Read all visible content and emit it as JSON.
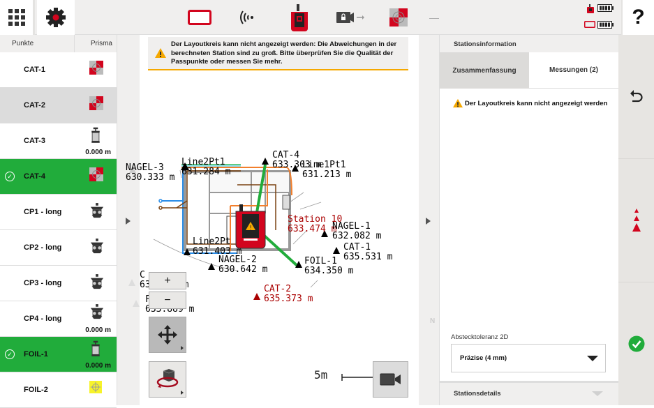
{
  "toolbar": {
    "apps_icon": "grid-icon",
    "settings_icon": "gear-icon",
    "status_icons": [
      "tablet-icon",
      "signal-icon",
      "total-station-icon",
      "camera-lock-icon",
      "prism-target-icon"
    ],
    "separator": "—",
    "help_label": "?",
    "battery": [
      {
        "device": "total-station",
        "level": 1.0
      },
      {
        "device": "tablet",
        "level": 1.0
      }
    ]
  },
  "points_list": {
    "header": {
      "points": "Punkte",
      "prism": "Prisma"
    },
    "rows": [
      {
        "name": "CAT-1",
        "prism": "target-plate",
        "distance": null,
        "state": "normal",
        "checked": false
      },
      {
        "name": "CAT-2",
        "prism": "target-plate",
        "distance": null,
        "state": "selected",
        "checked": false
      },
      {
        "name": "CAT-3",
        "prism": "pole-prism",
        "distance": "0.000 m",
        "state": "normal",
        "checked": false
      },
      {
        "name": "CAT-4",
        "prism": "target-plate",
        "distance": null,
        "state": "measured",
        "checked": true
      },
      {
        "name": "CP1 - long",
        "prism": "360-prism",
        "distance": null,
        "state": "normal",
        "checked": false
      },
      {
        "name": "CP2 - long",
        "prism": "360-prism",
        "distance": null,
        "state": "normal",
        "checked": false
      },
      {
        "name": "CP3 - long",
        "prism": "360-prism",
        "distance": null,
        "state": "normal",
        "checked": false
      },
      {
        "name": "CP4 - long",
        "prism": "360-prism",
        "distance": "0.000 m",
        "state": "normal",
        "checked": false
      },
      {
        "name": "FOIL-1",
        "prism": "pole-prism",
        "distance": "0.000 m",
        "state": "measured",
        "checked": true
      },
      {
        "name": "FOIL-2",
        "prism": "reflective-foil",
        "distance": null,
        "state": "normal",
        "checked": false
      }
    ]
  },
  "map": {
    "warning": "Der Layoutkreis kann nicht angezeigt werden: Die Abweichungen in der berechneten Station sind zu groß. Bitte überprüfen Sie die Qualität der Passpunkte oder messen Sie mehr.",
    "labels": [
      {
        "name": "NAGEL-3",
        "value": "630.333 m",
        "color": "#000"
      },
      {
        "name": "Line2Pt1",
        "value": "631.284 m",
        "color": "#000"
      },
      {
        "name": "CAT-4",
        "value": "633.303 m",
        "color": "#000"
      },
      {
        "name": "Line1Pt1",
        "value": "631.213 m",
        "color": "#000"
      },
      {
        "name": "Station 10",
        "value": "633.474 m",
        "color": "#a00"
      },
      {
        "name": "NAGEL-1",
        "value": "632.082 m",
        "color": "#000"
      },
      {
        "name": "CAT-1",
        "value": "635.531 m",
        "color": "#000"
      },
      {
        "name": "Line2Pt",
        "value": "631.403 m",
        "color": "#000"
      },
      {
        "name": "NAGEL-2",
        "value": "630.642 m",
        "color": "#000"
      },
      {
        "name": "FOIL-1",
        "value": "634.350 m",
        "color": "#000"
      },
      {
        "name": "CAT-2",
        "value": "635.373 m",
        "color": "#a00"
      },
      {
        "name": "C",
        "value": "632.770 m",
        "color": "#000"
      },
      {
        "name": "F",
        "value": "633.889 m",
        "color": "#000"
      }
    ],
    "zoom_in": "+",
    "zoom_out": "−",
    "scale_label": "5m",
    "north_label": "N"
  },
  "station_info": {
    "title": "Stationsinformation",
    "tabs": [
      {
        "label": "Zusammenfassung",
        "active": true
      },
      {
        "label": "Messungen (2)",
        "active": false
      }
    ],
    "warning": "Der Layoutkreis kann nicht angezeigt werden",
    "tolerance_label": "Abstecktoleranz 2D",
    "tolerance_value": "Präzise (4 mm)",
    "details_label": "Stationsdetails"
  },
  "right_sidebar": {
    "buttons": [
      "undo-icon",
      "tolerance-indicator-icon",
      "confirm-icon"
    ]
  },
  "colors": {
    "accent_red": "#d2051e",
    "green": "#21ac3b",
    "warning_orange": "#f5a800"
  }
}
